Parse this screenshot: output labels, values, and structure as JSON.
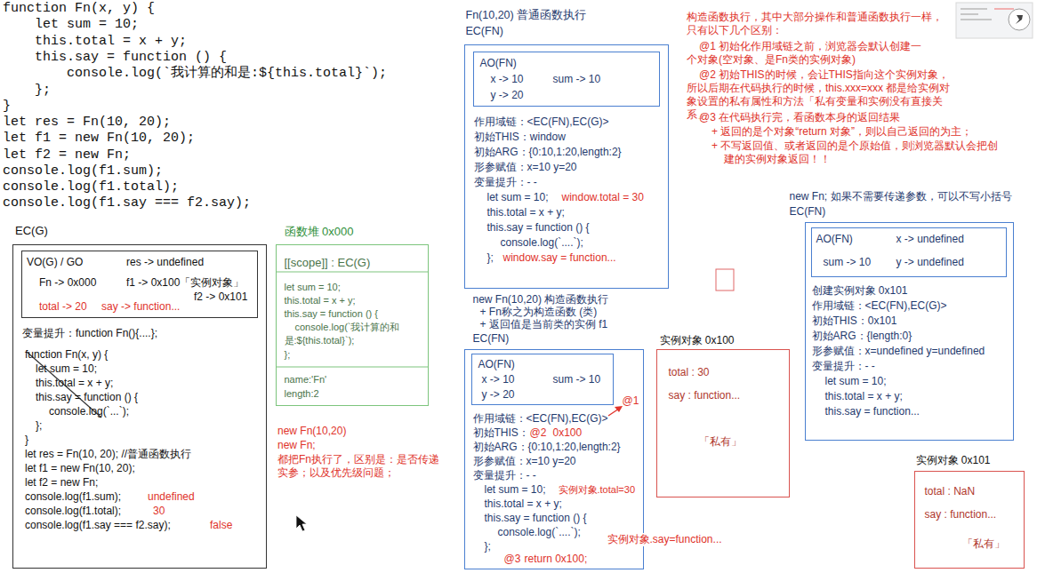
{
  "diagram": {
    "nodes": [
      {
        "text": [
          "EC(G)",
          "变量提升：function Fn(){....};",
          "function Fn(x, y) {",
          "let sum = 10;",
          "this.total = x + y;",
          "this.say = function () {",
          "console.log(`...`);",
          "};",
          "}",
          "let res = Fn(10, 20); //普通函数执行",
          "let f1 = new Fn(10, 20);",
          "let f2 = new Fn;",
          "console.log(f1.sum);",
          "undefined",
          "console.log(f1.total);",
          "30",
          "console.log(f1.say === f2.say);",
          "false"
        ]
      },
      {
        "text": [
          "VO(G) / GO",
          "res -> undefined",
          "Fn -> 0x000",
          "f1 -> 0x100「实例对象」",
          "f2 -> 0x101",
          "total -> 20",
          "say -> function..."
        ],
        "in": 0
      },
      {
        "text": [
          "函数堆 0x000",
          "[[scope]] : EC(G)",
          "let sum = 10;",
          "this.total = x + y;",
          "this.say = function () {",
          "console.log(`我计算的和是:${this.total}`);",
          "};",
          "name:'Fn'",
          "length:2"
        ]
      },
      {
        "text": [
          "Fn(10,20) 普通函数执行",
          "EC(FN)",
          "作用域链：<EC(FN),EC(G)>",
          "初始THIS：window",
          "初始ARG：{0:10,1:20,length:2}",
          "形参赋值：x=10 y=20",
          "变量提升：- -",
          "let sum = 10;",
          "window.total = 30",
          "this.total = x + y;",
          "this.say = function () {",
          "console.log(`....`);",
          "};",
          "window.say = function..."
        ]
      },
      {
        "text": [
          "AO(FN)",
          "x -> 10",
          "sum -> 10",
          "y -> 20"
        ],
        "in": 3
      },
      {
        "text": [
          "new Fn(10,20) 构造函数执行",
          "+ Fn称之为构造函数 (类)",
          "+ 返回值是当前类的实例 f1",
          "EC(FN)",
          "@1",
          "作用域链：<EC(FN),EC(G)>",
          "初始THIS：",
          "@2",
          "0x100",
          "初始ARG：{0:10,1:20,length:2}",
          "形参赋值：x=10 y=20",
          "变量提升：- -",
          "let sum = 10;",
          "实例对象.total=30",
          "this.total = x + y;",
          "this.say = function () {",
          "console.log(`....`);",
          "实例对象.say=function...",
          "};",
          "@3",
          "return 0x100;"
        ]
      },
      {
        "text": [
          "AO(FN)",
          "x -> 10",
          "sum -> 10",
          "y -> 20"
        ],
        "in": 5
      },
      {
        "text": [
          "实例对象 0x100",
          "total : 30",
          "say : function...",
          "「私有」"
        ]
      },
      {
        "text": [
          "new Fn; 如果不需要传递参数，可以不写小括号",
          "EC(FN)",
          "创建实例对象 0x101",
          "作用域链：<EC(FN),EC(G)>",
          "初始THIS：0x101",
          "初始ARG：{length:0}",
          "形参赋值：x=undefined y=undefined",
          "变量提升：- -",
          "let sum = 10;",
          "this.total = x + y;",
          "this.say = function..."
        ]
      },
      {
        "text": [
          "AO(FN)",
          "x -> undefined",
          "sum -> 10",
          "y -> undefined"
        ],
        "in": 8
      },
      {
        "text": [
          "实例对象 0x101",
          "total : NaN",
          "say : function...",
          "「私有」"
        ]
      }
    ],
    "labels": [
      "function Fn(x, y) {",
      "let sum = 10;",
      "this.total = x + y;",
      "this.say = function () {",
      "console.log(`我计算的和是:${this.total}`);",
      "};",
      "}",
      "let res = Fn(10, 20);",
      "let f1 = new Fn(10, 20);",
      "let f2 = new Fn;",
      "console.log(f1.sum);",
      "console.log(f1.total);",
      "console.log(f1.say === f2.say);",
      "new Fn(10,20)",
      "new Fn;",
      "都把Fn执行了，区别是：是否传递实参；以及优先级问题；",
      "构造函数执行，其中大部分操作和普通函数执行一样，只有以下几个区别：",
      "@1 初始化作用域链之前，浏览器会默认创建一个对象(空对象、是Fn类的实例对象)",
      "@2 初始THIS的时候，会让THIS指向这个实例对象，所以后期在代码执行的时候，this.xxx=xxx 都是给实例对象设置的私有属性和方法「私有变量和实例没有直接关系」",
      "@3 在代码执行完，看函数本身的返回结果",
      "+ 返回的是个对象“return 对象”，则以自己返回的为主；",
      "+ 不写返回值、或者返回的是个原始值，则浏览器默认会把创建的实例对象返回！！"
    ]
  }
}
